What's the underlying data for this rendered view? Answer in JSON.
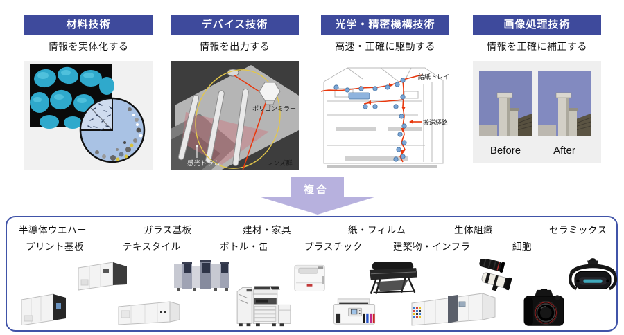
{
  "columns": [
    {
      "header": "材料技術",
      "description": "情報を実体化する"
    },
    {
      "header": "デバイス技術",
      "description": "情報を出力する",
      "labels": {
        "polygon_mirror": "ポリゴンミラー",
        "lens_group": "レンズ群",
        "drum": "感光ドラム"
      }
    },
    {
      "header": "光学・精密機構技術",
      "description": "高速・正確に駆動する",
      "labels": {
        "paper_tray": "給紙トレイ",
        "transport_path": "搬送経路"
      }
    },
    {
      "header": "画像処理技術",
      "description": "情報を正確に補正する",
      "labels": {
        "before": "Before",
        "after": "After"
      }
    }
  ],
  "arrow": {
    "label": "複合"
  },
  "bottom": {
    "categories_row1": [
      "半導体ウエハー",
      "ガラス基板",
      "建材・家具",
      "紙・フィルム",
      "生体組織",
      "セラミックス"
    ],
    "categories_row2": [
      "プリント基板",
      "テキスタイル",
      "ボトル・缶",
      "プラスチック",
      "建築物・インフラ",
      "細胞"
    ],
    "products": [
      "lithography-machine",
      "industrial-machine",
      "panel-production-equipment",
      "flat-panel-machine",
      "office-multifunction-printer",
      "laser-printer",
      "inkjet-printer",
      "large-format-printer",
      "commercial-printing-press",
      "camera-lenses",
      "dslr-camera",
      "mr-headset"
    ]
  },
  "colors": {
    "header_bg": "#3E4A9C",
    "arrow_fill": "#B7B1DE",
    "box_border": "#4053A8",
    "path_red": "#E8380D",
    "roller_blue": "#7AA5D6",
    "toner_cyan": "#2FA9CC"
  }
}
